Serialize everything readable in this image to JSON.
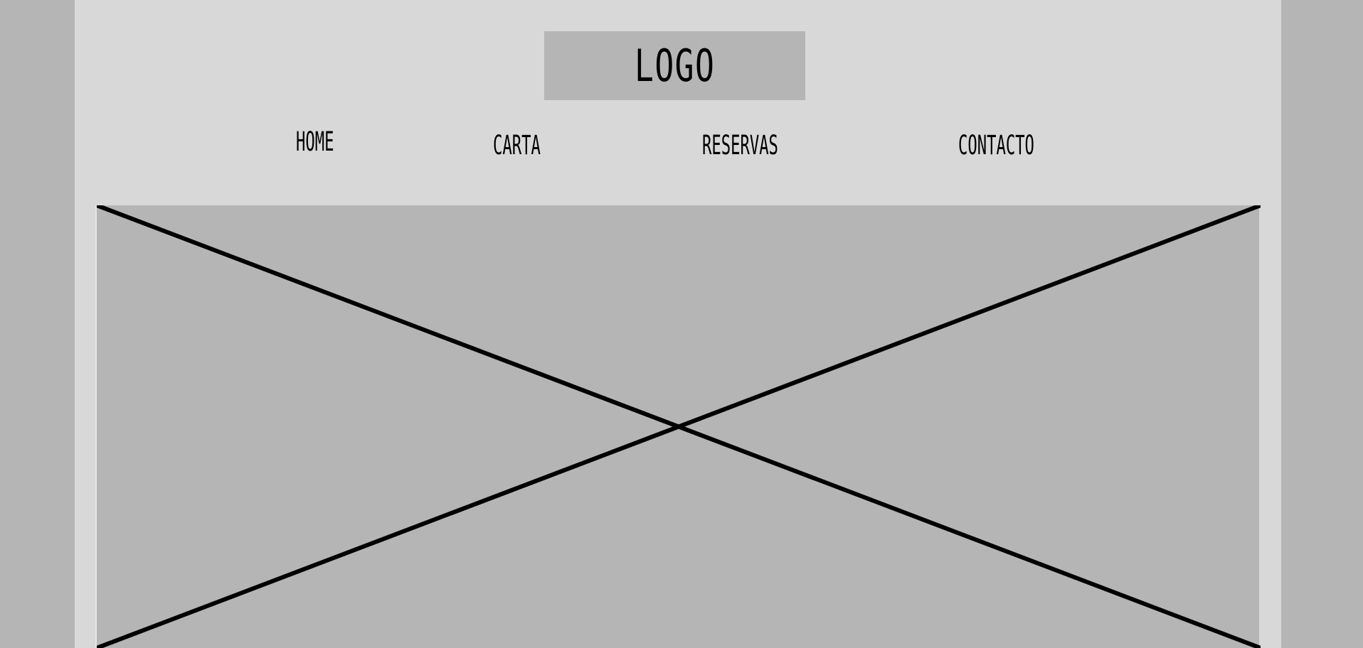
{
  "header": {
    "logo_label": "LOGO"
  },
  "nav": {
    "items": [
      {
        "label": "HOME"
      },
      {
        "label": "CARTA"
      },
      {
        "label": "RESERVAS"
      },
      {
        "label": "CONTACTO"
      }
    ]
  },
  "hero": {
    "placeholder": "image-placeholder"
  },
  "colors": {
    "background_outer": "#b5b5b5",
    "page": "#d8d8d8",
    "placeholder_fill": "#b5b5b5",
    "text": "#000000"
  }
}
